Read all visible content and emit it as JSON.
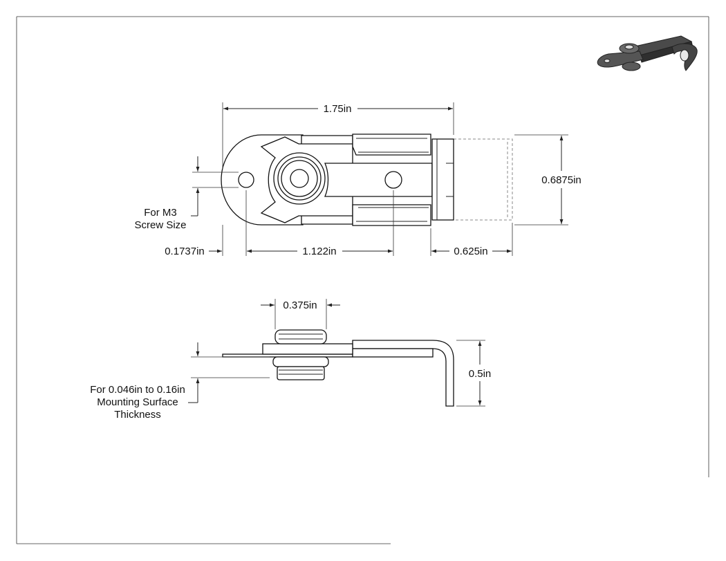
{
  "dimensions": {
    "overall_length": "1.75in",
    "height": "0.6875in",
    "hole_offset": "0.1737in",
    "hole_spacing": "1.122in",
    "extension": "0.625in",
    "knob_diameter": "0.375in",
    "bend_height": "0.5in"
  },
  "notes": {
    "screw_line1": "For M3",
    "screw_line2": "Screw Size",
    "mount_line1": "For 0.046in to 0.16in",
    "mount_line2": "Mounting Surface",
    "mount_line3": "Thickness"
  }
}
